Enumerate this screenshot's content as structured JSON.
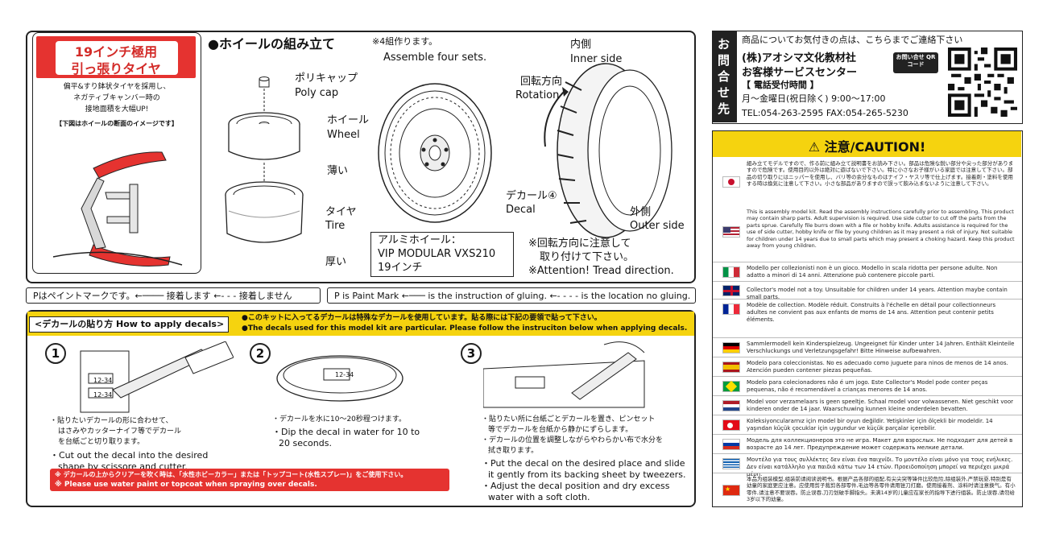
{
  "top_left_box": {
    "header_line1": "19インチ極用",
    "header_line2": "引っ張りタイヤ",
    "desc": [
      "偏平&すり鉢状タイヤを採用し、",
      "ネガティブキャンバー時の",
      "接地面積を大幅UP!"
    ],
    "note": "【下図はホイールの断面のイメージです】"
  },
  "assembly": {
    "title": "●ホイールの組み立て",
    "sets_jp": "※4組作ります。",
    "sets_en": "Assemble four sets.",
    "polycap_jp": "ポリキャップ",
    "polycap_en": "Poly cap",
    "wheel_jp": "ホイール",
    "wheel_en": "Wheel",
    "thin_jp": "薄い",
    "tire_jp": "タイヤ",
    "tire_en": "Tire",
    "thick_jp": "厚い",
    "decal_jp": "デカール④",
    "decal_en": "Decal",
    "rotation_jp": "回転方向",
    "rotation_en": "Rotation",
    "inner_jp": "内側",
    "inner_en": "Inner side",
    "outer_jp": "外側",
    "outer_en": "Outer side",
    "spec_label": "アルミホイール：",
    "spec_name": "VIP MODULAR VXS210",
    "spec_size": "19インチ",
    "direction_jp1": "※回転方向に注意して",
    "direction_jp2": "取り付けて下さい。",
    "direction_en": "※Attention! Tread direction."
  },
  "legend": {
    "left_text": "Pはペイントマークです。←──── 接着します ←- - - 接着しません",
    "right_text": "P is Paint Mark ←─── is the instruction of gluing. ←- - - - is the location no gluing."
  },
  "decals": {
    "title": "<デカールの貼り方 How to apply decals>",
    "note_jp": "●このキットに入ってるデカールは特殊なデカールを使用しています。貼る際には下記の要領で貼って下さい。",
    "note_en": "●The decals used for this model kit are particular. Please follow the instruciton below when applying decals.",
    "steps": [
      {
        "num": "1",
        "jp": [
          "・貼りたいデカールの形に合わせて、",
          "はさみやカッターナイフ等でデカール",
          "を台紙ごと切り取ります。"
        ],
        "en": [
          "・Cut out the decal into the desired",
          "shape by scissore and cutter."
        ]
      },
      {
        "num": "2",
        "jp": [
          "・デカールを水に10～20秒程つけます。"
        ],
        "en": [
          "・Dip the decal in water for 10 to",
          "20 seconds."
        ]
      },
      {
        "num": "3",
        "jp": [
          "・貼りたい所に台紙ごとデカールを置き、ピンセット",
          "等でデカールを台紙から静かにずらします。",
          "・デカールの位置を調整しながらやわらかい布で水分を",
          "拭き取ります。"
        ],
        "en": [
          "・Put the decal on the desired place and slide",
          "it gently from its backing sheet by tweezers.",
          "・Adjust the decal position and dry excess",
          "water with a soft cloth."
        ]
      }
    ],
    "decal_label": "12-34",
    "warning_jp": "※ デカールの上からクリアーを吹く時は、「水性ホビーカラー」または「トップコート(水性スプレー)」をご使用下さい。",
    "warning_en": "※ Please use water paint or topcoat when spraying over decals."
  },
  "contact": {
    "side_label": "お問合せ先",
    "intro": "商品についてお気付きの点は、こちらまでご連絡下さい",
    "company": "(株)アオシマ文化教材社",
    "center": "お客様サービスセンター",
    "hours_label": "【 電話受付時間 】",
    "hours": "月～金曜日(祝日除く) 9:00～17:00",
    "tel": "TEL:054-263-2595  FAX:054-265-5230",
    "qr_label": "お問い合せ QRコード"
  },
  "caution": {
    "title": "⚠ 注意/CAUTION!",
    "languages": [
      {
        "flag": "jp",
        "text": "組み立てモデルですので、作る前に組み立て説明書をお読み下さい。部品は危険な鋭い部分や尖った部分がありますので危険です。使用目的以外は絶対に遊ばないで下さい。特に小さなお子様がいる家庭では注意して下さい。部品の切り取りにはニッパーを使用し、バリ等の余分なものはナイフ・ヤスリ等で仕上げます。接着剤・塗料を使用する時は換気に注意して下さい。小さな部品がありますので誤って飲み込まないように注意して下さい。"
      },
      {
        "flag": "us",
        "text": "This is assembly model kit. Read the assembly instructions carefully prior to assembling. This product may contain sharp parts. Adult supervision is required. Use side cutter to cut off the parts from the parts sprue. Carefully file burrs down with a file or hobby knife. Adults assistance is required for the use of side cutter, hobby knife or file by young children as it may present a risk of injury. Not suitable for children under 14 years due to small parts which may present a choking hazard. Keep this product away from young children."
      },
      {
        "flag": "it",
        "text": "Modello per collezionisti non è un gioco. Modello in scala ridotta per persone adulte. Non adatto a minori di 14 anni. Attenzione può contenere piccole parti."
      },
      {
        "flag": "uk",
        "text": "Collector's model not a toy. Unsuitable for children under 14 years. Attention maybe contain small parts."
      },
      {
        "flag": "fr",
        "text": "Modèle de collection. Modèle réduit. Construits à l'échelle en détail pour collectionneurs adultes ne convient pas aux enfants de moms de 14 ans. Attention peut contenir petits éléments."
      },
      {
        "flag": "de",
        "text": "Sammlermodell kein Kinderspielzeug. Ungeeignet für Kinder unter 14 Jahren. Enthält Kleinteile Verschluckungs und Verletzungsgefahr! Bitte Hinweise aufbewahren."
      },
      {
        "flag": "es",
        "text": "Modelo para coleccionistas. No es adecuado como juguete para ninos de menos de 14 anos. Atención pueden contener piezas pequeñas."
      },
      {
        "flag": "br",
        "text": "Modelo para colecionadores não é um jogo. Este Collector's Model pode conter peças pequenas, não é recomendável a crianças menores de 14 anos."
      },
      {
        "flag": "nl",
        "text": "Model voor verzamelaars is geen speeltje. Schaal model voor volwassenen. Niet geschikt voor kinderen onder de 14 jaar. Waarschuwing kunnen kleine onderdelen bevatten."
      },
      {
        "flag": "tr",
        "text": "Koleksiyonculararnız için model bir oyun değildir. Yetişkinler için ölçekli bir modeldir. 14 yaşından küçük çocuklar için uygundur ve küçük parçalar içerebilir."
      },
      {
        "flag": "ru",
        "text": "Модель для коллекционеров это не игра. Макет для взрослых. Не подходит для детей в возрасте до 14 лет. Предупреждение может содержать мелкие детали."
      },
      {
        "flag": "gr",
        "text": "Μοντέλο για τους συλλέκτες δεν είναι ένα παιχνίδι. Το μοντέλο είναι μόνο για τους ενήλικες. Δεν είναι κατάλληλο για παιδιά κάτω των 14 ετών. Προειδοποίηση μπορεί να περιέχει μικρά μέρη."
      },
      {
        "flag": "cn",
        "text": "本品为组装模型,组装前请阅读说明书。根据产品各部的组配,有尖尖突等锋件比较危险,除组装外,严禁玩耍,特别是有幼童的家庭更应注意。应使用剪子裁剪各部零件,毛边等各零件请用锉刀打磨。使用接着剂、涂料时请注意换气。有小零件,请注意不要误吞。防止误吞,刀刃划破手脚指头。未满14岁的儿童应在家长的指导下进行组装。防止误吞,请勿给3岁以下的幼童。"
      }
    ]
  }
}
